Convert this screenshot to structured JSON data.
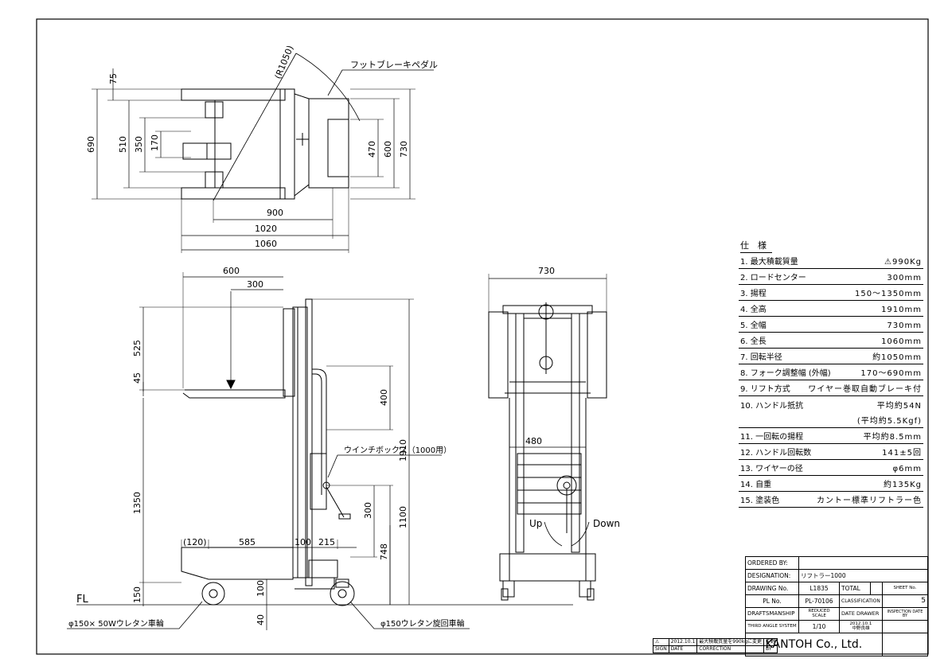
{
  "top_view": {
    "brake_pedal_label": "フットブレーキペダル",
    "radius_label": "(R1050)",
    "dims": {
      "d75": "75",
      "d690": "690",
      "d510": "510",
      "d350": "350",
      "d170": "170",
      "d470": "470",
      "d600": "600",
      "d730": "730",
      "d900": "900",
      "d1020": "1020",
      "d1060": "1060"
    }
  },
  "side_view": {
    "winch_label": "ウインチボックス（1000用）",
    "fl_label": "FL",
    "rear_wheel_label": "φ150× 50Wウレタン車輪",
    "front_wheel_label": "φ150ウレタン旋回車輪",
    "dims": {
      "d600": "600",
      "d300": "300",
      "d525": "525",
      "d45": "45",
      "d1350": "1350",
      "d150": "150",
      "d400": "400",
      "d1910": "1910",
      "d1100": "1100",
      "d300b": "300",
      "d748": "748",
      "d120": "(120)",
      "d585": "585",
      "d100": "100",
      "d215": "215",
      "d100b": "100",
      "d40": "40"
    }
  },
  "front_view": {
    "d730": "730",
    "d480": "480",
    "up_label": "Up",
    "down_label": "Down"
  },
  "spec": {
    "title": "仕　様",
    "rows": [
      {
        "label": "1. 最大積載質量",
        "value": "⚠990Kg"
      },
      {
        "label": "2. ロードセンター",
        "value": "300mm"
      },
      {
        "label": "3. 揚程",
        "value": "150～1350mm"
      },
      {
        "label": "4. 全高",
        "value": "1910mm"
      },
      {
        "label": "5. 全幅",
        "value": "730mm"
      },
      {
        "label": "6. 全長",
        "value": "1060mm"
      },
      {
        "label": "7. 回転半径",
        "value": "約1050mm"
      },
      {
        "label": "8. フォーク調整幅 (外幅)",
        "value": "170～690mm"
      },
      {
        "label": "9. リフト方式",
        "value": "ワイヤー巻取自動ブレーキ付"
      },
      {
        "label": "10. ハンドル抵抗",
        "value": "平均約54N"
      },
      {
        "label": "",
        "value": "(平均約5.5Kgf)"
      },
      {
        "label": "11. 一回転の揚程",
        "value": "平均約8.5mm"
      },
      {
        "label": "12. ハンドル回転数",
        "value": "141±5回"
      },
      {
        "label": "13. ワイヤーの径",
        "value": "φ6mm"
      },
      {
        "label": "14. 自重",
        "value": "約135Kg"
      },
      {
        "label": "15. 塗装色",
        "value": "カントー標準リフトラー色"
      }
    ]
  },
  "title_block": {
    "ordered_by_label": "ORDERED BY:",
    "ordered_by_value": "",
    "designation_label": "DESIGNATION:",
    "designation_value": "リフトラー1000",
    "drawing_no_label": "DRAWING No.",
    "drawing_no_value": "L1835",
    "total_label": "TOTAL",
    "sheet_no_label": "SHEET No.",
    "pl_no_label": "PL No.",
    "pl_no_value": "PL-70106",
    "classification_label": "CLASSIFICATION",
    "sheet_value": "5",
    "draftsmanship_label": "DRAFTSMANSHIP",
    "reduced_scale_label": "REDUCED SCALE",
    "date_drawer_label": "DATE DRAWER",
    "inspection_label": "INSPECTION DATE BY",
    "projection_label": "THIRD ANGLE SYSTEM",
    "scale_value": "1/10",
    "date_value": "2012.10.1",
    "drawer_value": "中野良雄",
    "company": "KANTOH Co., Ltd."
  },
  "revision": {
    "mark": "⚠",
    "date": "2012.10.1",
    "correction": "最大積載質量を990kgに変更",
    "by": "中野",
    "sign_label": "SIGN",
    "date_label": "DATE",
    "correction_label": "CORRECTION",
    "by_label": "BY"
  }
}
